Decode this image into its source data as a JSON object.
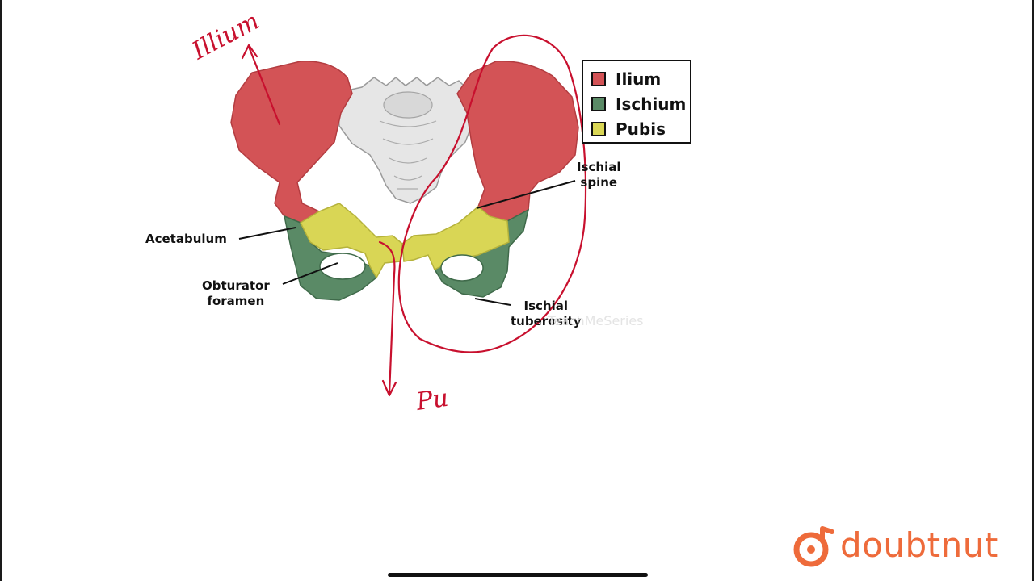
{
  "legend": {
    "items": [
      {
        "label": "Ilium",
        "color": "#d35356"
      },
      {
        "label": "Ischium",
        "color": "#5a8a66"
      },
      {
        "label": "Pubis",
        "color": "#d9d655"
      }
    ]
  },
  "labels": {
    "acetabulum": "Acetabulum",
    "obturator_line1": "Obturator",
    "obturator_line2": "foramen",
    "ischial_spine_line1": "Ischial",
    "ischial_spine_line2": "spine",
    "ischial_tuberosity_line1": "Ischial",
    "ischial_tuberosity_line2": "tuberosity"
  },
  "watermark": "TeachMeSeries",
  "annotations": {
    "handwriting_top": "Illium",
    "handwriting_bottom": "Pu",
    "ink_color": "#c8102e"
  },
  "brand": {
    "name": "doubtnut",
    "color": "#ee6b3b"
  }
}
